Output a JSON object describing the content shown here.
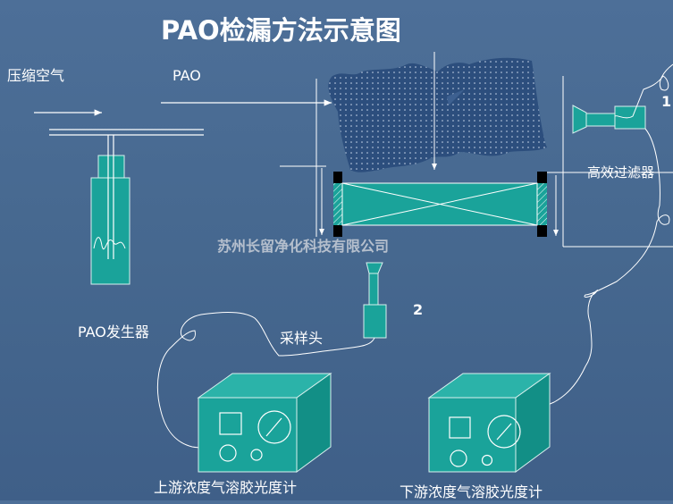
{
  "title": "PAO检漏方法示意图",
  "labels": {
    "compressed_air": "压缩空气",
    "pao": "PAO",
    "hepa_filter": "高效过滤器",
    "watermark": "苏州长留净化科技有限公司",
    "probe_number_1": "1",
    "probe_number_2": "2",
    "pao_generator": "PAO发生器",
    "sampling_head": "采样头",
    "upstream_photometer": "上游浓度气溶胶光度计",
    "downstream_photometer": "下游浓度气溶胶光度计"
  },
  "colors": {
    "equipment": "#1aa39a",
    "cloud": "#2d4f7e",
    "line": "#ffffff"
  }
}
